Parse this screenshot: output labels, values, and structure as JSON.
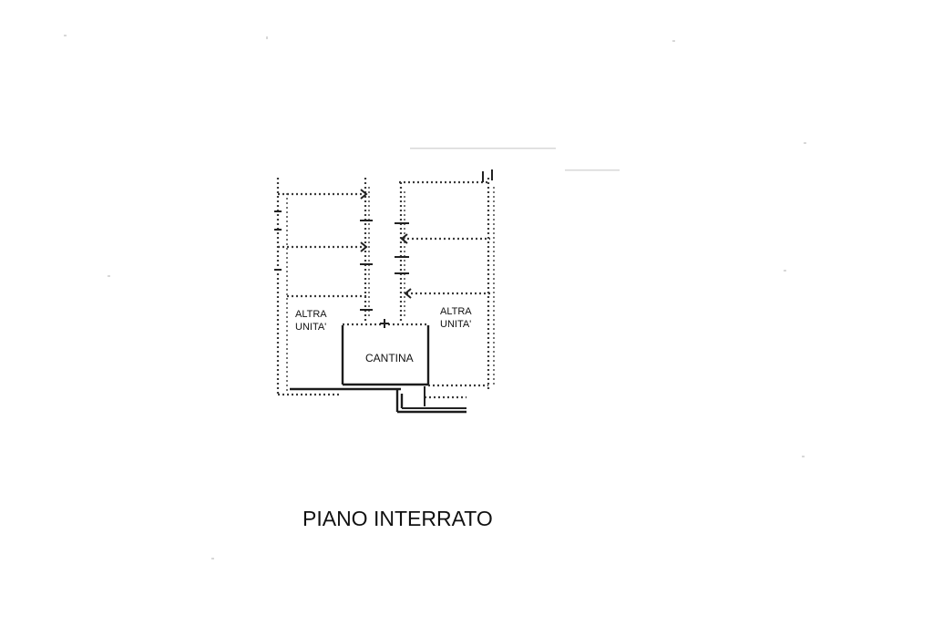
{
  "plan": {
    "left_unit_line1": "ALTRA",
    "left_unit_line2": "UNITA'",
    "right_unit_line1": "ALTRA",
    "right_unit_line2": "UNITA'",
    "room_label": "CANTINA",
    "title": "PIANO INTERRATO"
  }
}
